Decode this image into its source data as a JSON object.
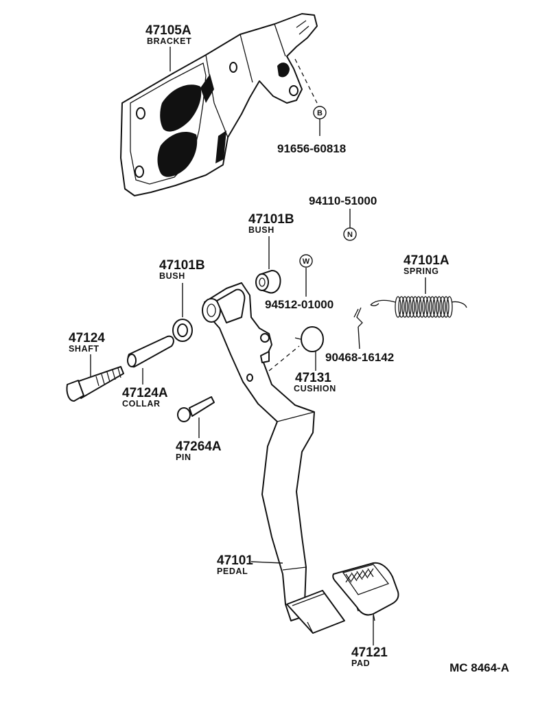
{
  "parts": [
    {
      "id": "bracket",
      "number": "47105A",
      "name": "BRACKET"
    },
    {
      "id": "bush_upper",
      "number": "47101B",
      "name": "BUSH"
    },
    {
      "id": "bush_left",
      "number": "47101B",
      "name": "BUSH"
    },
    {
      "id": "spring",
      "number": "47101A",
      "name": "SPRING"
    },
    {
      "id": "shaft",
      "number": "47124",
      "name": "SHAFT"
    },
    {
      "id": "collar",
      "number": "47124A",
      "name": "COLLAR"
    },
    {
      "id": "pin",
      "number": "47264A",
      "name": "PIN"
    },
    {
      "id": "cushion",
      "number": "47131",
      "name": "CUSHION"
    },
    {
      "id": "pedal",
      "number": "47101",
      "name": "PEDAL"
    },
    {
      "id": "pad",
      "number": "47121",
      "name": "PAD"
    }
  ],
  "std_parts": [
    {
      "id": "bolt",
      "number": "91656-60818",
      "symbol": "B"
    },
    {
      "id": "nut",
      "number": "94110-51000",
      "symbol": "N"
    },
    {
      "id": "washer",
      "number": "94512-01000",
      "symbol": "W"
    },
    {
      "id": "clip",
      "number": "90468-16142"
    }
  ],
  "figure_code": "MC 8464-A"
}
